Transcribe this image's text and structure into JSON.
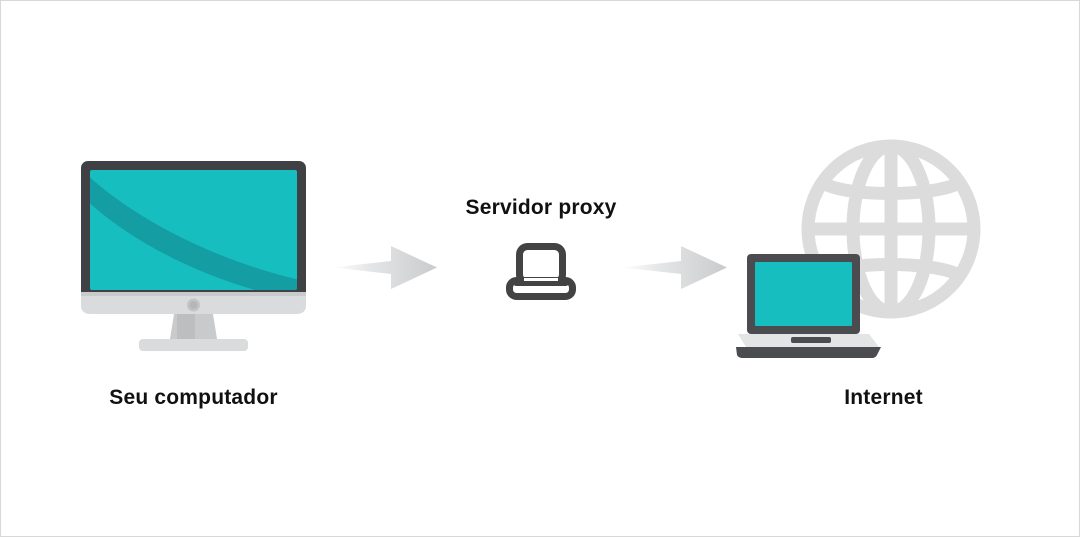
{
  "diagram": {
    "title": "Proxy server network flow",
    "background_color": "#ffffff",
    "border_color": "#d8d8d8"
  },
  "nodes": [
    {
      "id": "client",
      "label": "Seu computador",
      "icon": "desktop-computer-icon",
      "screen_color": "#17bec0",
      "screen_highlight_color": "#149ea3",
      "bezel_color": "#3f4144",
      "body_color": "#c8cacb",
      "chin_color": "#d9dbdc"
    },
    {
      "id": "proxy",
      "label": "Servidor proxy",
      "icon": "laptop-outline-icon",
      "icon_color": "#434343"
    },
    {
      "id": "internet",
      "label": "Internet",
      "icon": "globe-icon",
      "globe_color": "#dcdcdc",
      "laptop_screen_color": "#17bec0",
      "laptop_bezel_color": "#4a4c4f",
      "laptop_base_color": "#e2e4e5",
      "laptop_edge_color": "#4a4c4f"
    }
  ],
  "connectors": [
    {
      "id": "arrow-client-to-proxy",
      "from": "client",
      "to": "proxy",
      "direction": "right",
      "icon": "right-arrow-icon",
      "gradient_from": "#fbfbfb",
      "gradient_to": "#c9cbcc"
    },
    {
      "id": "arrow-proxy-to-internet",
      "from": "proxy",
      "to": "internet",
      "direction": "right",
      "icon": "right-arrow-icon",
      "gradient_from": "#fbfbfb",
      "gradient_to": "#c9cbcc"
    }
  ],
  "labels": {
    "client": "Seu computador",
    "proxy": "Servidor proxy",
    "internet": "Internet"
  },
  "colors": {
    "teal": "#17bec0",
    "teal_dark": "#149ea3",
    "dark_gray": "#3f4144",
    "icon_gray": "#434343",
    "light_gray": "#dcdcdc",
    "text": "#111111"
  }
}
